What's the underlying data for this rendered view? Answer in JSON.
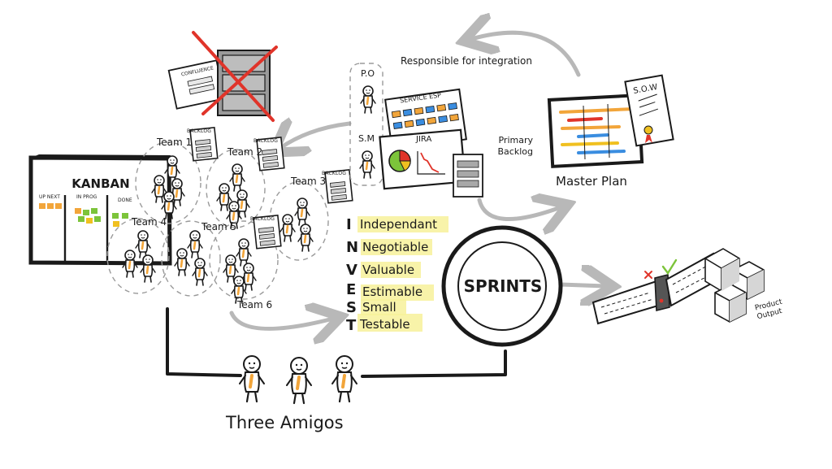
{
  "kanban": {
    "title": "KANBAN",
    "columns": [
      "UP NEXT",
      "IN PROG",
      "DONE"
    ]
  },
  "confluence": {
    "label": "CONFLUENCE"
  },
  "teams": [
    "Team 1",
    "Team 2",
    "Team 3",
    "Team 4",
    "Team 5",
    "Team 6"
  ],
  "backlog_label": "BACKLOG",
  "integration": {
    "po_label": "P.O",
    "sm_label": "S.M",
    "note": "Responsible for integration",
    "service_label": "SERVICE ESP",
    "jira_label": "JIRA",
    "primary_backlog": "Primary Backlog"
  },
  "master_plan": {
    "label": "Master Plan",
    "sow_label": "S.O.W"
  },
  "invest": {
    "letters": [
      "I",
      "N",
      "V",
      "E",
      "S",
      "T"
    ],
    "words": [
      "Independant",
      "Negotiable",
      "Valuable",
      "Estimable",
      "Small",
      "Testable"
    ]
  },
  "sprints": {
    "label": "SPRINTS"
  },
  "output": {
    "label": "Product Output"
  },
  "three_amigos": {
    "label": "Three Amigos"
  },
  "colors": {
    "orange": "#f2a53a",
    "green": "#7cc43a",
    "yellow": "#f0c020",
    "red": "#e0342a",
    "blue": "#3a8de0",
    "highlight": "#f7f19a"
  }
}
